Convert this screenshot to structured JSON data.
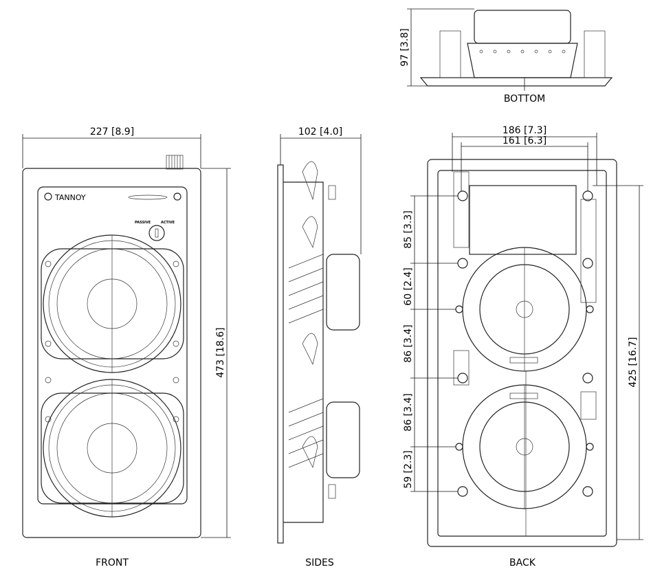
{
  "views": {
    "front": {
      "label": "FRONT",
      "width_dim": "227 [8.9]",
      "height_dim": "473 [18.6]",
      "brand": "TANNOY",
      "switch_left": "PASSIVE",
      "switch_right": "ACTIVE"
    },
    "sides": {
      "label": "SIDES",
      "depth_dim": "102 [4.0]"
    },
    "back": {
      "label": "BACK",
      "width_dim_outer": "186 [7.3]",
      "width_dim_inner": "161 [6.3]",
      "height_dim": "425 [16.7]",
      "vertical_dims": [
        "85 [3.3]",
        "60 [2.4]",
        "86 [3.4]",
        "86 [3.4]",
        "59 [2.3]"
      ]
    },
    "bottom": {
      "label": "BOTTOM",
      "height_dim": "97 [3.8]"
    }
  }
}
